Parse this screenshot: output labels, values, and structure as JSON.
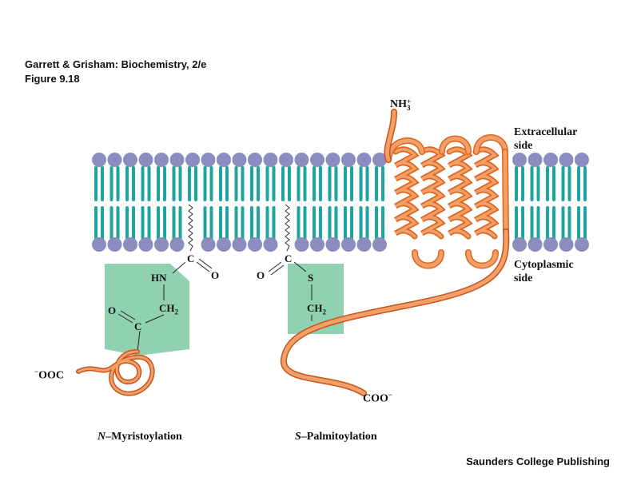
{
  "header": {
    "book": "Garrett & Grisham: Biochemistry, 2/e",
    "figure": "Figure 9.18"
  },
  "publisher": "Saunders College Publishing",
  "labels": {
    "extracellular_line1": "Extracellular",
    "extracellular_line2": "side",
    "cytoplasmic_line1": "Cytoplasmic",
    "cytoplasmic_line2": "side",
    "n_terminus": "NH",
    "n_terminus_sub": "3",
    "n_terminus_sup": "+",
    "c_terminus": "COO",
    "c_terminus_sup": "−",
    "left_carboxylate": "OOC",
    "left_carboxylate_sup": "−",
    "n_myristoylation_italic": "N",
    "n_myristoylation_rest": "–Myristoylation",
    "s_palmitoylation_italic": "S",
    "s_palmitoylation_rest": "–Palmitoylation"
  },
  "chem_left": {
    "carbonyl_c": "C",
    "carbonyl_o": "O",
    "amide_nh": "HN",
    "ch2": "CH",
    "ch2_sub": "2",
    "alpha_c": "C",
    "alpha_o": "O"
  },
  "chem_right": {
    "carbonyl_c": "C",
    "carbonyl_o": "O",
    "thio_s": "S",
    "ch2": "CH",
    "ch2_sub": "2"
  },
  "colors": {
    "lipid_head": "#8b8dbe",
    "lipid_tail": "#1fa59f",
    "protein": "#f2a06a",
    "protein_dark": "#e0651c",
    "residue_box": "#8fd1b0"
  }
}
